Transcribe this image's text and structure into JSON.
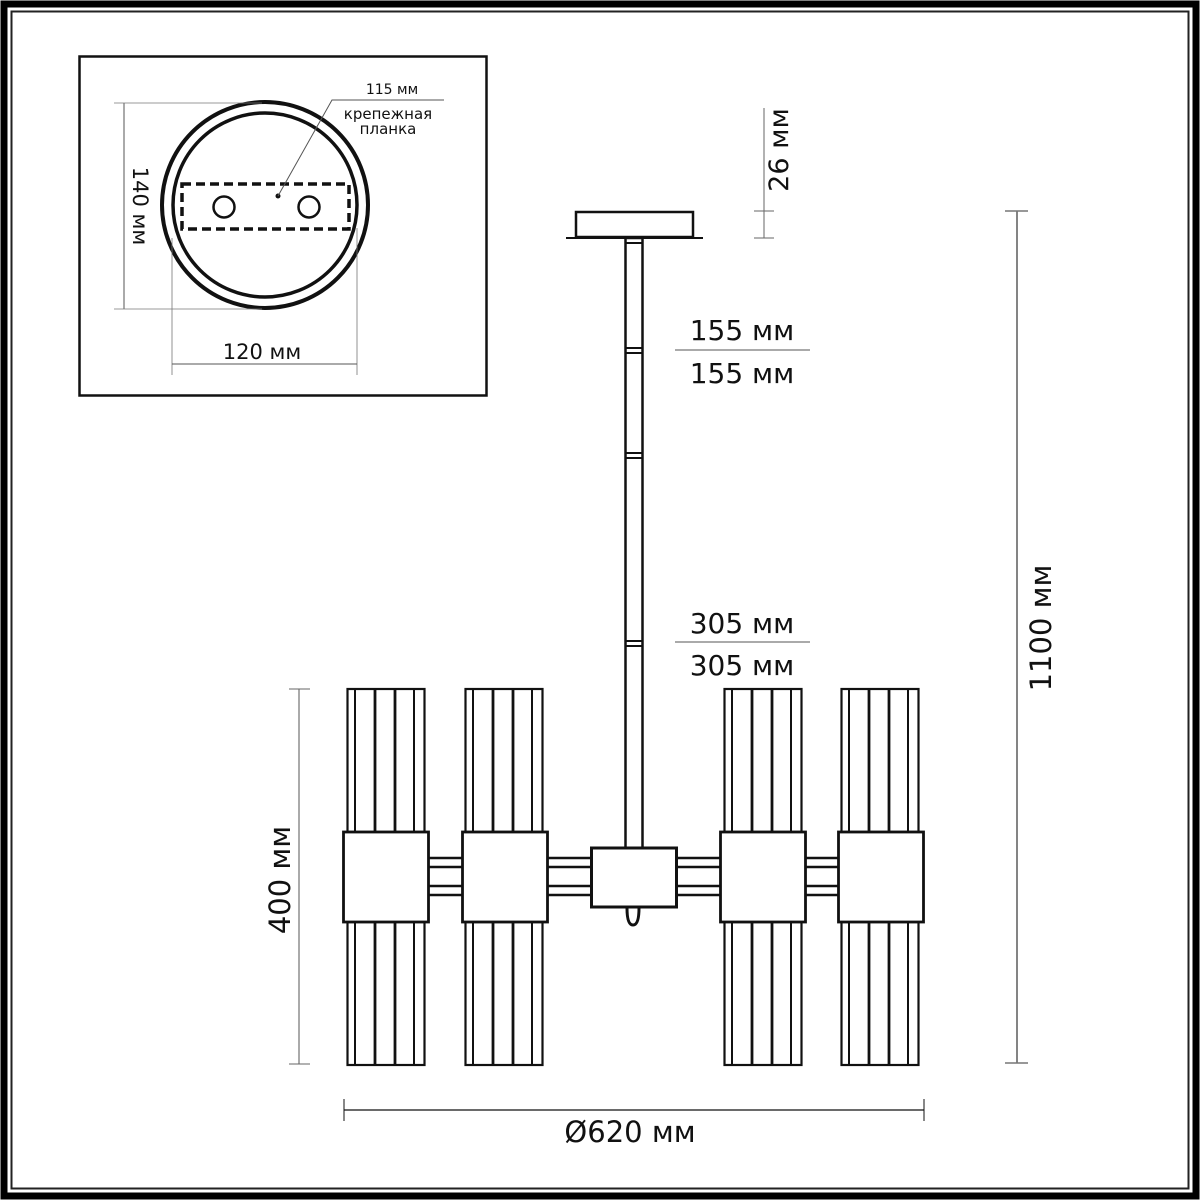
{
  "drawing": {
    "type": "technical-dimension-drawing",
    "subject": "pendant chandelier with 4 double fluted shades",
    "colors": {
      "line": "#111111",
      "dim_line": "#555555",
      "background": "#ffffff"
    }
  },
  "inset": {
    "label_plate_size": "115 мм",
    "label_plate_name_line1": "крепежная",
    "label_plate_name_line2": "планка",
    "label_height": "140 мм",
    "label_width": "120 мм"
  },
  "main": {
    "label_canopy_height": "26 мм",
    "rod_segment_1_top": "155 мм",
    "rod_segment_1_bottom": "155 мм",
    "rod_segment_2_top": "305 мм",
    "rod_segment_2_bottom": "305 мм",
    "label_total_height": "1100 мм",
    "label_shade_height": "400 мм",
    "label_diameter": "Ø620 мм"
  }
}
